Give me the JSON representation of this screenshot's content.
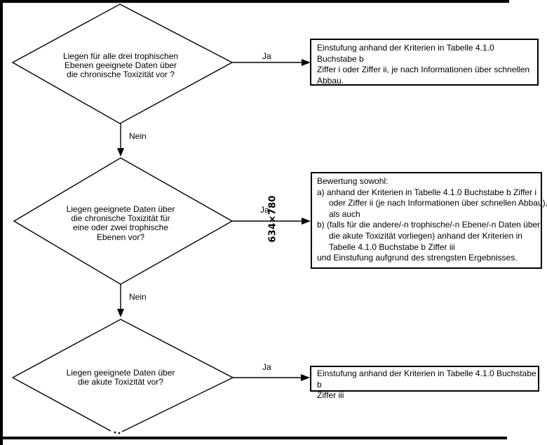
{
  "meta": {
    "watermark": "634×780"
  },
  "labels": {
    "yes": "Ja",
    "no": "Nein"
  },
  "decisions": [
    {
      "text": "Liegen für alle drei trophischen\nEbenen geeignete Daten über\ndie chronische Toxizität vor ?"
    },
    {
      "text": "Liegen geeignete Daten über\ndie chronische Toxizität für\neine oder zwei trophische\nEbenen vor?"
    },
    {
      "text": "Liegen geeignete Daten über\ndie akute Toxizität vor?"
    }
  ],
  "results": [
    {
      "text": "Einstufung anhand der Kriterien in Tabelle 4.1.0 Buchstabe b\nZiffer i oder Ziffer ii, je nach Informationen über schnellen\nAbbau."
    },
    {
      "lines": [
        "Bewertung sowohl:",
        "a) anhand der Kriterien in Tabelle 4.1.0 Buchstabe b Ziffer i",
        "oder Ziffer ii (je nach Informationen über schnellen Abbau),",
        "als auch",
        "b) (falls für die andere/-n trophische/-n Ebene/-n Daten über",
        "die akute Toxizität vorliegen) anhand der Kriterien in",
        "Tabelle 4.1.0 Buchstabe b Ziffer iii",
        "und Einstufung aufgrund des strengsten Ergebnisses."
      ]
    },
    {
      "text": "Einstufung anhand der Kriterien in Tabelle 4.1.0 Buchstabe b\nZiffer iii"
    }
  ],
  "colors": {
    "line": "#000000",
    "background": "#ffffff"
  }
}
